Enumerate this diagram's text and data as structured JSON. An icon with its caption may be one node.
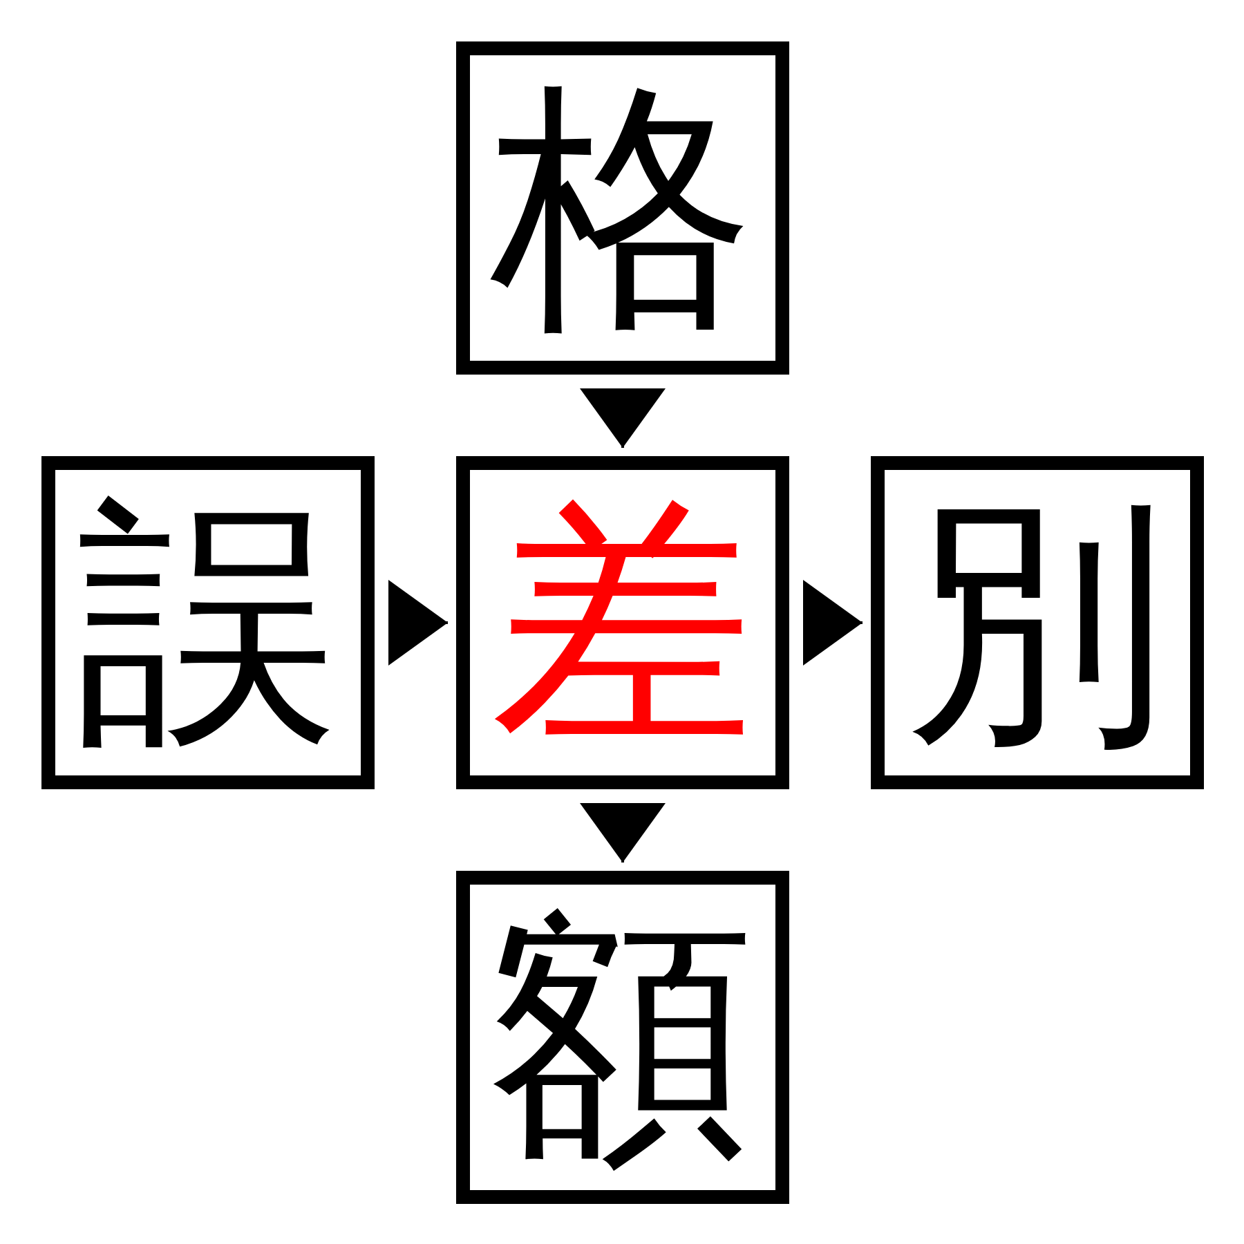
{
  "diagram": {
    "nodes": [
      {
        "text": [
          "格"
        ]
      },
      {
        "text": [
          "誤"
        ]
      },
      {
        "text": [
          "差"
        ]
      },
      {
        "text": [
          "別"
        ]
      },
      {
        "text": [
          "額"
        ]
      }
    ],
    "edges": [
      {
        "from": 0,
        "to": 2,
        "arrow": "to"
      },
      {
        "from": 1,
        "to": 2,
        "arrow": "to"
      },
      {
        "from": 2,
        "to": 3,
        "arrow": "to"
      },
      {
        "from": 2,
        "to": 4,
        "arrow": "to"
      }
    ]
  }
}
